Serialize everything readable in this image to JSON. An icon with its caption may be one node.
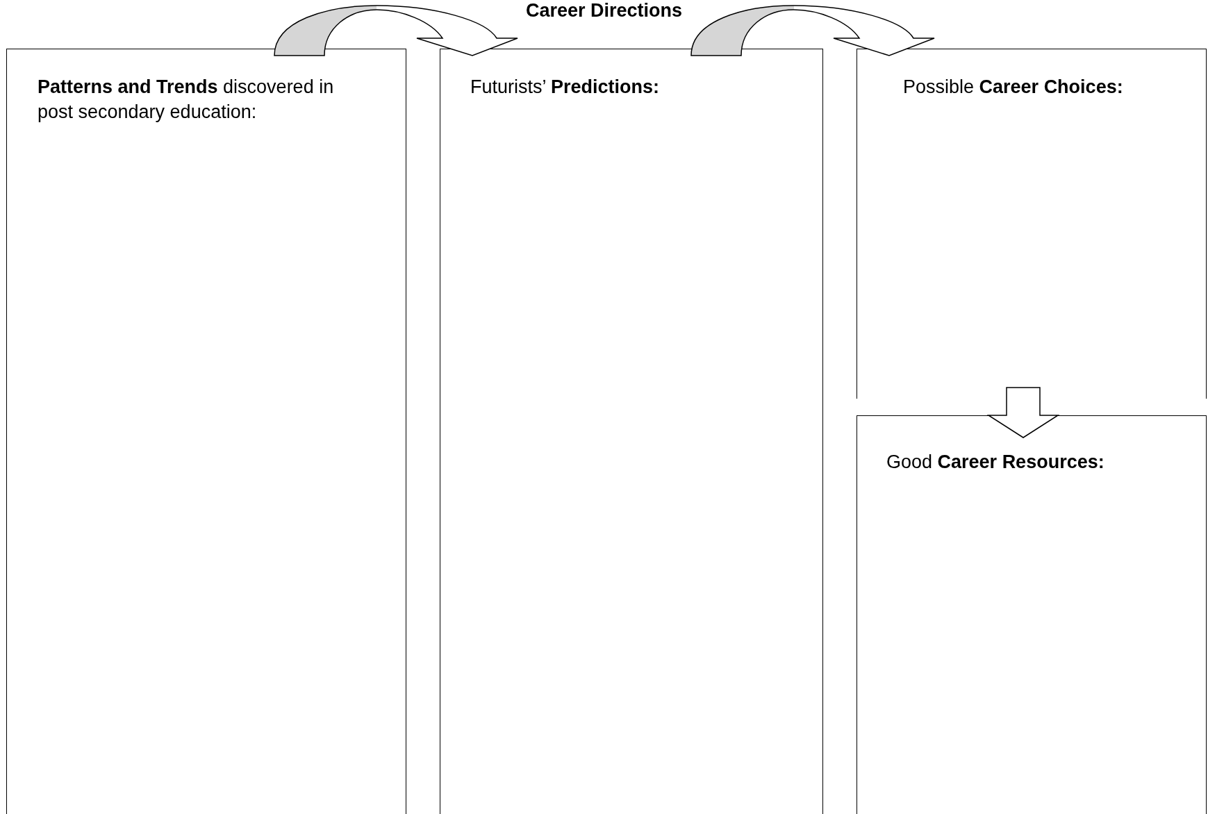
{
  "diagram": {
    "title": "Career Directions",
    "nodes": [
      {
        "text": [
          "**Patterns and Trends** discovered in post secondary education:"
        ]
      },
      {
        "text": [
          "Futurists’ **Predictions:**"
        ]
      },
      {
        "text": [
          "Possible **Career Choices:**"
        ]
      },
      {
        "text": [
          "Good **Career Resources:**"
        ]
      }
    ],
    "edges": [
      {
        "from": 0,
        "to": 1,
        "arrow": "to"
      },
      {
        "from": 1,
        "to": 2,
        "arrow": "to"
      },
      {
        "from": 2,
        "to": 3,
        "arrow": "to"
      }
    ]
  }
}
